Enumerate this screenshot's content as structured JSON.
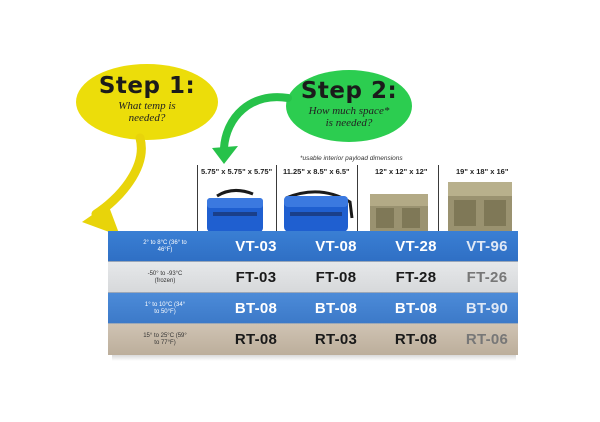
{
  "step1": {
    "title": "Step 1:",
    "question": "What temp is needed?"
  },
  "step2": {
    "title": "Step 2:",
    "question": "How much space* is needed?"
  },
  "dimensions_note": "*usable interior payload dimensions",
  "columns": [
    "5.75\" x 5.75\" x 5.75\"",
    "11.25\" x 8.5\" x 6.5\"",
    "12\" x 12\" x 12\"",
    "19\" x 18\" x 16\""
  ],
  "rows": [
    {
      "temp": "2° to 8°C (36° to 46°F)",
      "cells": [
        "VT-03",
        "VT-08",
        "VT-28",
        "VT-96"
      ]
    },
    {
      "temp": "-50° to -93°C (frozen)",
      "cells": [
        "FT-03",
        "FT-08",
        "FT-28",
        "FT-26"
      ]
    },
    {
      "temp": "1° to 10°C (34° to 50°F)",
      "cells": [
        "BT-08",
        "BT-08",
        "BT-08",
        "BT-90"
      ]
    },
    {
      "temp": "15° to 25°C (59° to 77°F)",
      "cells": [
        "RT-08",
        "RT-03",
        "RT-08",
        "RT-06"
      ]
    }
  ],
  "colors": {
    "step1_bubble": "#ecdd0a",
    "step2_bubble": "#2ccd50",
    "arrow1": "#e8d40a",
    "arrow2": "#27c24a",
    "row_blue": "#3579cf",
    "row_gray": "#dedfe1",
    "row_tan": "#c6b9a6"
  }
}
